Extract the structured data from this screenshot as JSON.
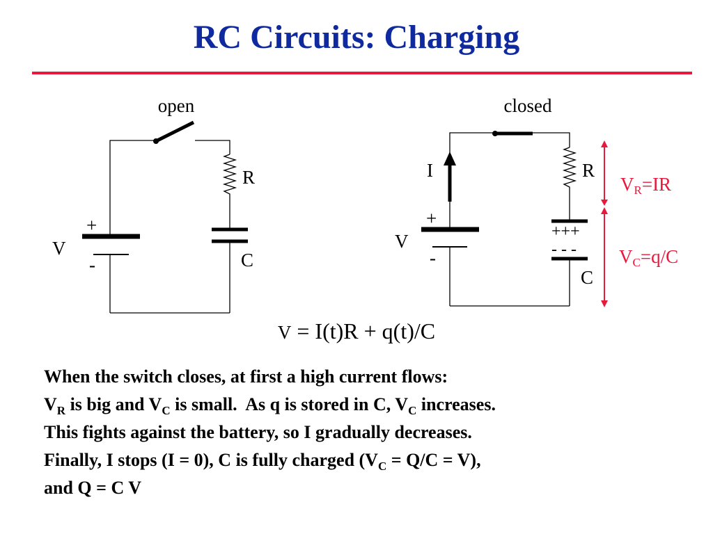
{
  "title": "RC Circuits: Charging",
  "colors": {
    "title": "#0f2a9e",
    "rule": "#e8193c",
    "annotation": "#e8193c"
  },
  "left_circuit": {
    "state_label": "open",
    "resistor_label": "R",
    "capacitor_label": "C",
    "battery_label": "V",
    "plus_sign": "+",
    "minus_sign": "-"
  },
  "right_circuit": {
    "state_label": "closed",
    "current_label": "I",
    "resistor_label": "R",
    "capacitor_label": "C",
    "battery_label": "V",
    "plus_sign": "+",
    "minus_sign": "-",
    "capacitor_plus_charges": "+++",
    "capacitor_minus_charges": "- - -"
  },
  "annotations": {
    "vr_main": "V",
    "vr_sub": "R",
    "vr_rest": "=IR",
    "vc_main": "V",
    "vc_sub": "C",
    "vc_rest": "=q/C"
  },
  "equation": {
    "v": "V",
    "rest": " = I(t)R + q(t)/C"
  },
  "paragraph": {
    "line1": "When the switch closes, at first a high current flows:",
    "line2_a": "V",
    "line2_sub1": "R",
    "line2_b": " is big and V",
    "line2_sub2": "C",
    "line2_c": " is small.  As q is stored in C, V",
    "line2_sub3": "C",
    "line2_d": " increases.",
    "line3": "This fights against the battery, so I gradually decreases.",
    "line4_a": "Finally, I stops (I = 0), C is fully charged (V",
    "line4_sub": "C",
    "line4_b": " = Q/C = V),",
    "line5": "and Q = C V"
  }
}
